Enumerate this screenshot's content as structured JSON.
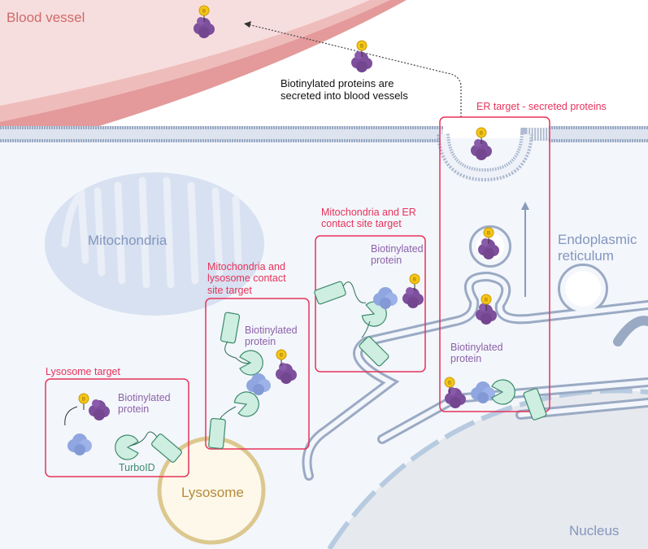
{
  "labels": {
    "blood_vessel": "Blood vessel",
    "secreted_caption": [
      "Biotinylated proteins are",
      "secreted into blood vessels"
    ],
    "er_target": "ER target - secreted proteins",
    "mito_er_target": [
      "Mitochondria and ER",
      "contact site target"
    ],
    "mito_lyso_target": [
      "Mitochondria and",
      "lysosome contact",
      "site target"
    ],
    "lysosome_target": "Lysosome target",
    "mitochondria": "Mitochondria",
    "endoplasmic_reticulum": [
      "Endoplasmic",
      "reticulum"
    ],
    "lysosome": "Lysosome",
    "nucleus": "Nucleus",
    "biotinylated_protein": [
      "Biotinylated",
      "protein"
    ],
    "turboid": "TurboID",
    "biotin_symbol": "B"
  },
  "colors": {
    "target_box": "#e8325a",
    "biotinylated_protein": "#7d4f9c",
    "substrate_protein": "#8fa6e0",
    "turboid": "#cdeee0",
    "biotin": "#f5c518",
    "membrane": "#9aaac4",
    "blood_vessel": "#e49a9a"
  }
}
